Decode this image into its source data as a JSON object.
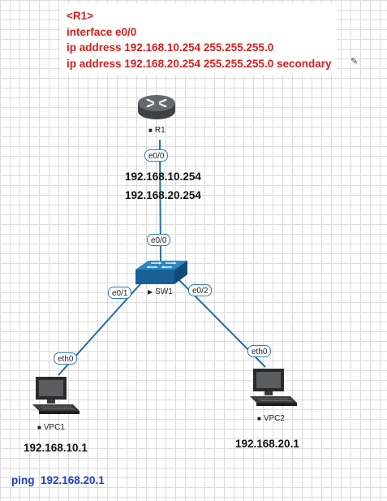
{
  "note": {
    "lines": [
      "<R1>",
      "interface e0/0",
      "ip address 192.168.10.254 255.255.255.0",
      "ip address 192.168.20.254 255.255.255.0 secondary"
    ]
  },
  "devices": {
    "r1": {
      "label": "R1",
      "icon": "router-icon",
      "ips": [
        "192.168.10.254",
        "192.168.20.254"
      ]
    },
    "sw1": {
      "label": "SW1",
      "icon": "switch-icon"
    },
    "vpc1": {
      "label": "VPC1",
      "icon": "computer-icon",
      "ip": "192.168.10.1"
    },
    "vpc2": {
      "label": "VPC2",
      "icon": "computer-icon",
      "ip": "192.168.20.1"
    }
  },
  "ports": {
    "r1_e00": "e0/0",
    "sw1_e00": "e0/0",
    "sw1_e01": "e0/1",
    "sw1_e02": "e0/2",
    "vpc1_eth0": "eth0",
    "vpc2_eth0": "eth0"
  },
  "command": "ping  192.168.20.1",
  "colors": {
    "note_text": "#d81e1e",
    "command_text": "#1c3fd4",
    "link": "#1f6fa3",
    "device_blue": "#1d6fa5"
  }
}
